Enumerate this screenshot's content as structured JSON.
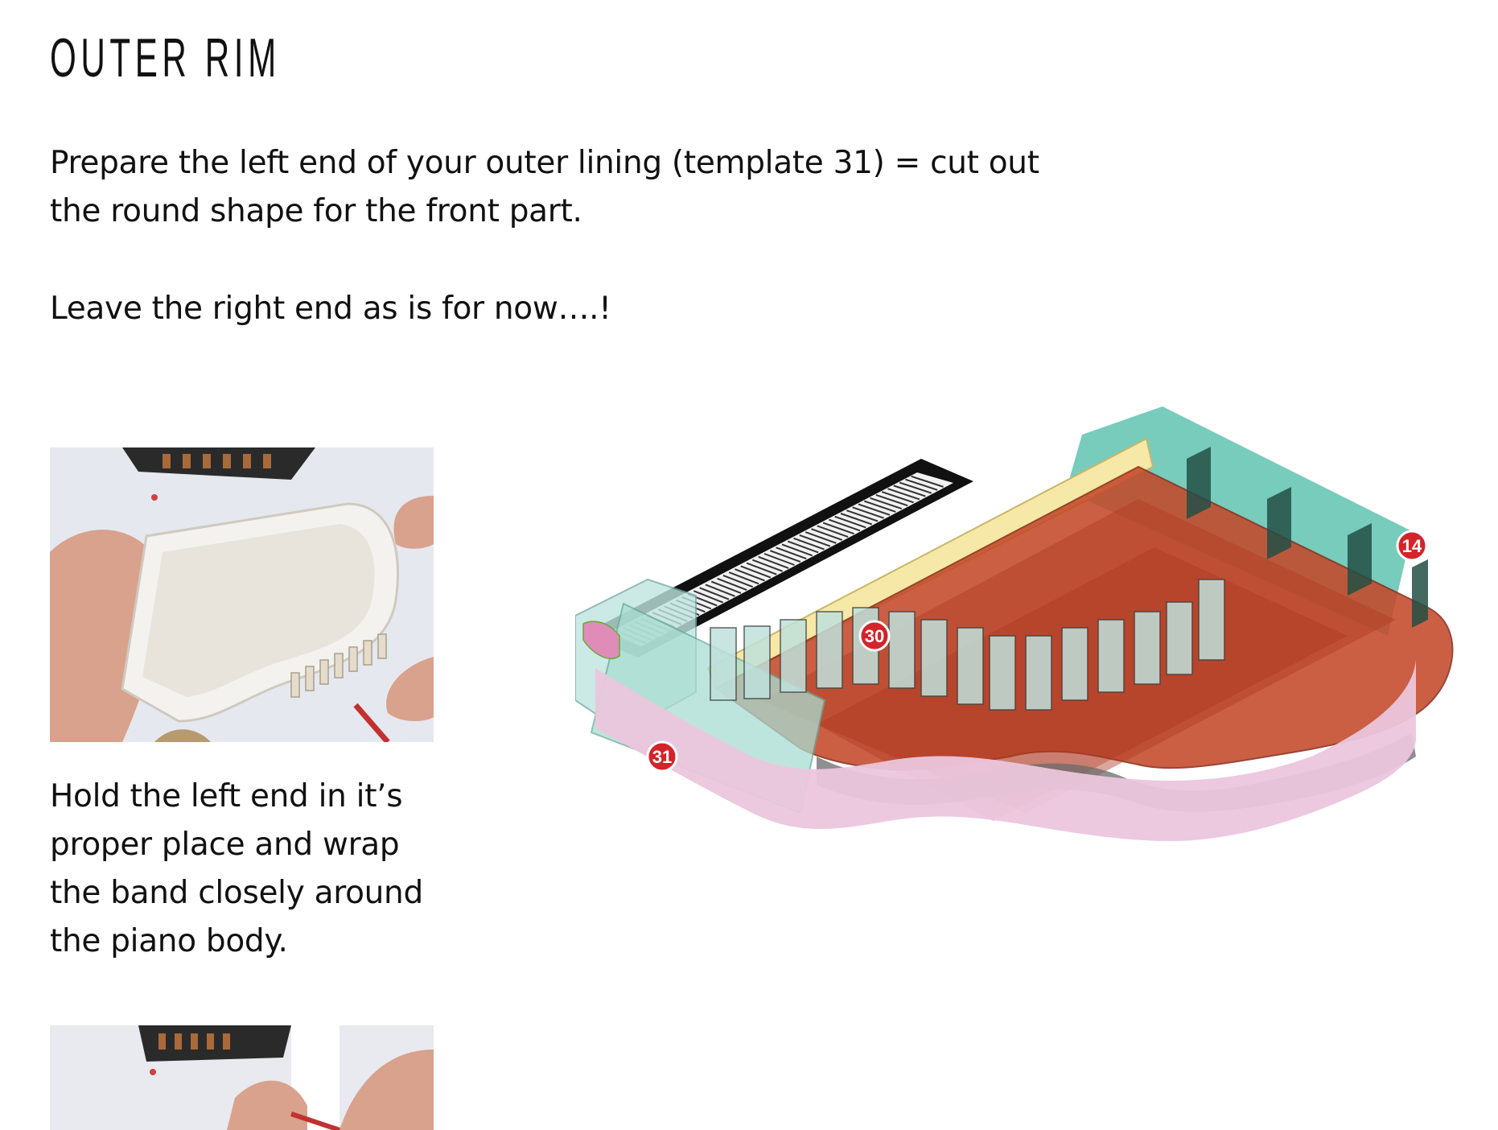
{
  "page": {
    "title": "OUTER RIM",
    "para1": "Prepare the left end of your outer lining (template 31) = cut out the round shape for the front part.",
    "para2": "Leave the right end as is for now….!",
    "para3": "Hold the left end in it’s proper place and wrap the band closely around the piano body."
  },
  "diagram": {
    "labels": {
      "rim_inner": "30",
      "outer_lining": "31",
      "back_piece": "14"
    },
    "colors": {
      "lid": "#c4492b",
      "teal": "#5fc3b0",
      "pink_band": "#ebc6dc",
      "marker": "#d4232a",
      "rib": "#bfe1dc",
      "yellow_rail": "#f6e8a6"
    }
  }
}
